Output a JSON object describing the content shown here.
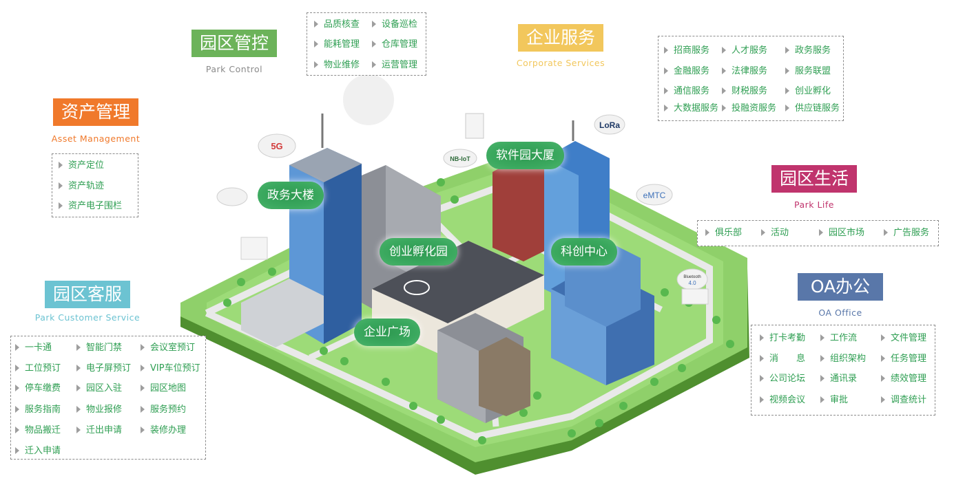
{
  "colors": {
    "park_control": "#6cb35a",
    "corporate_services": "#f2c75c",
    "asset_management": "#f0792b",
    "park_life": "#c0346d",
    "park_customer_service": "#6cc3d2",
    "oa_office": "#5977a9",
    "item_text": "#2e9e52",
    "bubble": "#3aa85e"
  },
  "categories": {
    "park_control": {
      "title": "园区管控",
      "subtitle": "Park Control",
      "items": [
        "品质核查",
        "设备巡检",
        "能耗管理",
        "仓库管理",
        "物业维修",
        "运营管理"
      ]
    },
    "corporate_services": {
      "title": "企业服务",
      "subtitle": "Corporate Services",
      "items": [
        "招商服务",
        "人才服务",
        "政务服务",
        "金融服务",
        "法律服务",
        "服务联盟",
        "通信服务",
        "财税服务",
        "创业孵化",
        "大数据服务",
        "投融资服务",
        "供应链服务"
      ]
    },
    "asset_management": {
      "title": "资产管理",
      "subtitle": "Asset Management",
      "items": [
        "资产定位",
        "资产轨迹",
        "资产电子围栏"
      ]
    },
    "park_life": {
      "title": "园区生活",
      "subtitle": "Park Life",
      "items": [
        "俱乐部",
        "活动",
        "园区市场",
        "广告服务"
      ]
    },
    "park_customer_service": {
      "title": "园区客服",
      "subtitle": "Park Customer Service",
      "items": [
        "一卡通",
        "智能门禁",
        "会议室预订",
        "工位预订",
        "电子屏预订",
        "VIP车位预订",
        "停车缴费",
        "园区入驻",
        "园区地图",
        "服务指南",
        "物业报修",
        "服务预约",
        "物品搬迁",
        "迁出申请",
        "装修办理",
        "迁入申请"
      ]
    },
    "oa_office": {
      "title": "OA办公",
      "subtitle": "OA Office",
      "items": [
        "打卡考勤",
        "工作流",
        "文件管理",
        "消　　息",
        "组织架构",
        "任务管理",
        "公司论坛",
        "通讯录",
        "绩效管理",
        "视频会议",
        "审批",
        "调查统计"
      ]
    }
  },
  "buildings": [
    "政务大楼",
    "软件园大厦",
    "创业孵化园",
    "科创中心",
    "企业广场"
  ],
  "tech_badges": [
    "5G",
    "NB-IoT",
    "LoRa",
    "eMTC",
    "Bluetooth",
    "4.0"
  ]
}
